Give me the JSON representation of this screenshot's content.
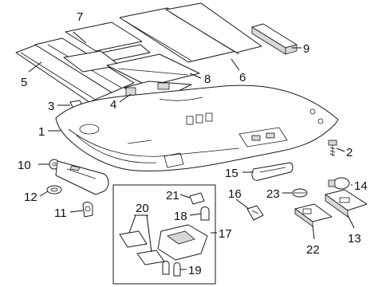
{
  "diagram": {
    "callouts": [
      {
        "id": "part-1",
        "label": "1"
      },
      {
        "id": "part-2",
        "label": "2"
      },
      {
        "id": "part-3",
        "label": "3"
      },
      {
        "id": "part-4",
        "label": "4"
      },
      {
        "id": "part-5",
        "label": "5"
      },
      {
        "id": "part-6",
        "label": "6"
      },
      {
        "id": "part-7",
        "label": "7"
      },
      {
        "id": "part-8",
        "label": "8"
      },
      {
        "id": "part-9",
        "label": "9"
      },
      {
        "id": "part-10",
        "label": "10"
      },
      {
        "id": "part-11",
        "label": "11"
      },
      {
        "id": "part-12",
        "label": "12"
      },
      {
        "id": "part-13",
        "label": "13"
      },
      {
        "id": "part-14",
        "label": "14"
      },
      {
        "id": "part-15",
        "label": "15"
      },
      {
        "id": "part-16",
        "label": "16"
      },
      {
        "id": "part-17",
        "label": "17"
      },
      {
        "id": "part-18",
        "label": "18"
      },
      {
        "id": "part-19",
        "label": "19"
      },
      {
        "id": "part-20",
        "label": "20"
      },
      {
        "id": "part-21",
        "label": "21"
      },
      {
        "id": "part-22",
        "label": "22"
      },
      {
        "id": "part-23",
        "label": "23"
      }
    ]
  }
}
